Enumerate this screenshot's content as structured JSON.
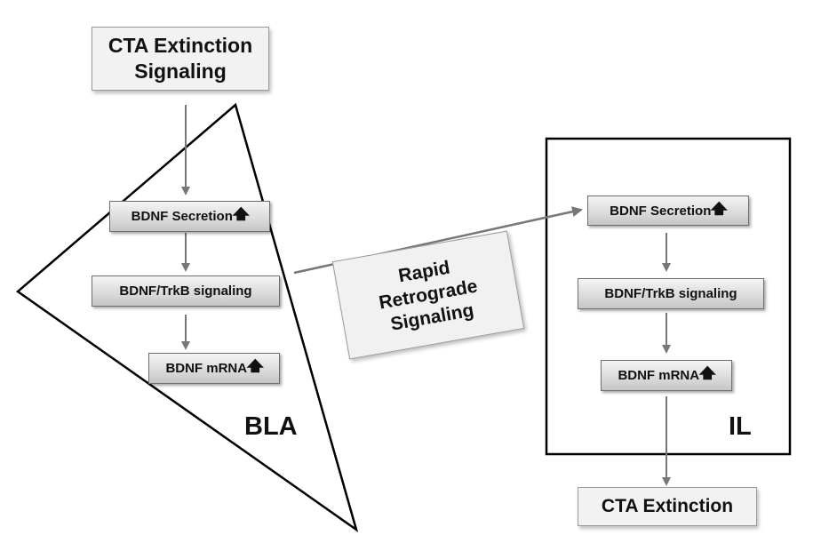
{
  "top_box": {
    "line1": "CTA Extinction",
    "line2": "Signaling"
  },
  "bla": {
    "label": "BLA",
    "secretion": "BDNF Secretion",
    "signaling": "BDNF/TrkB signaling",
    "mrna": "BDNF mRNA"
  },
  "il": {
    "label": "IL",
    "secretion": "BDNF Secretion",
    "signaling": "BDNF/TrkB signaling",
    "mrna": "BDNF mRNA"
  },
  "retrograde": {
    "line1": "Rapid",
    "line2": "Retrograde",
    "line3": "Signaling"
  },
  "bottom_box": {
    "label": "CTA Extinction"
  },
  "colors": {
    "arrow": "#777777",
    "outline": "#000000",
    "box_gradient_top": "#f4f4f4",
    "box_gradient_bottom": "#c6c6c6"
  },
  "icons": {
    "increase": "up-arrow-icon"
  }
}
